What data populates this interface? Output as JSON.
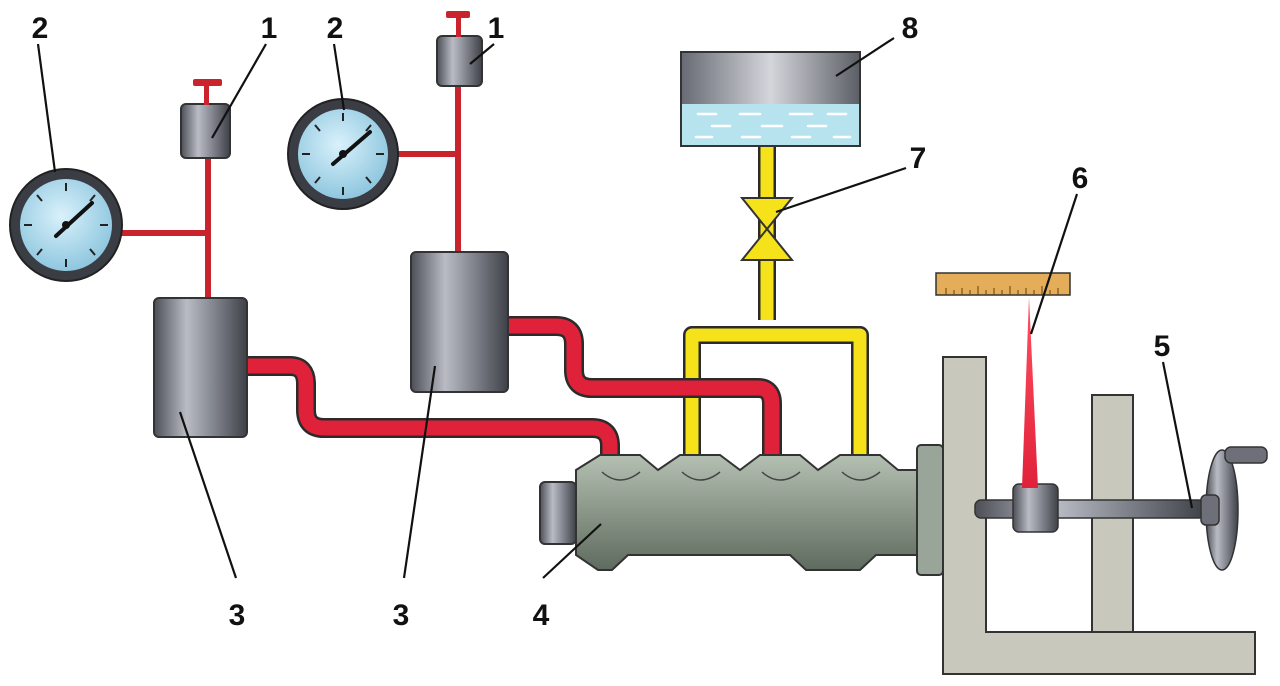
{
  "diagram": {
    "callouts": {
      "valve_left": "1",
      "valve_right": "1",
      "gauge_left": "2",
      "gauge_right": "2",
      "cylinder_left": "3",
      "cylinder_right": "3",
      "master_cylinder": "4",
      "handwheel_rod": "5",
      "pointer": "6",
      "shutoff_valve": "7",
      "reservoir": "8"
    },
    "colors": {
      "brake_line": "#e0213a",
      "feed_line": "#f6e21a",
      "stand": "#c9c8bc",
      "cylinder_body": "#8c9a8c",
      "metal": "#6e7079",
      "gauge_face": "#a9d6ea",
      "fluid": "#b7e3ef",
      "ruler": "#e3ad5a"
    }
  }
}
